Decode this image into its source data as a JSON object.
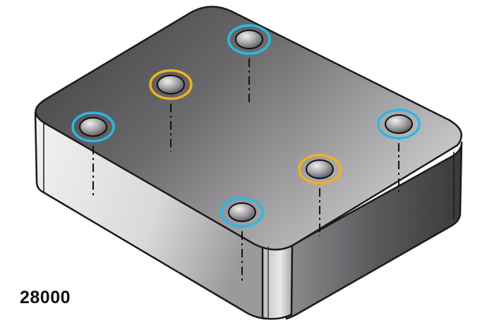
{
  "part_number": "28000",
  "colors": {
    "blue_ring": "#2fb6e6",
    "yellow_ring": "#f0b31e",
    "outline": "#1a1a1a",
    "background": "#ffffff"
  },
  "holes": [
    {
      "id": "hole-top-back",
      "ring": "blue"
    },
    {
      "id": "hole-left-front",
      "ring": "blue"
    },
    {
      "id": "hole-right",
      "ring": "blue"
    },
    {
      "id": "hole-bottom-front",
      "ring": "blue"
    },
    {
      "id": "hole-upper-left",
      "ring": "yellow"
    },
    {
      "id": "hole-center-right",
      "ring": "yellow"
    }
  ]
}
